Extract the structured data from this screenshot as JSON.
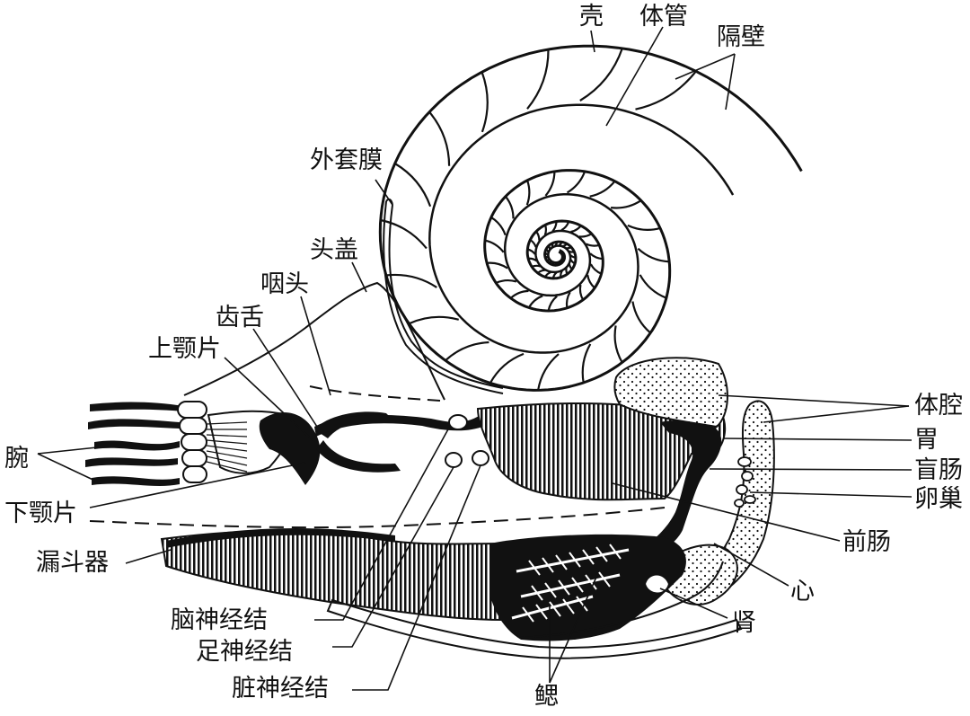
{
  "labels": {
    "shell": "壳",
    "siphuncle": "体管",
    "septum": "隔壁",
    "mantle": "外套膜",
    "hood": "头盖",
    "pharynx": "咽头",
    "radula": "齿舌",
    "upper_jaw": "上颚片",
    "arms": "腕",
    "lower_jaw": "下颚片",
    "funnel": "漏斗器",
    "cerebral_ganglion": "脑神经结",
    "pedal_ganglion": "足神经结",
    "visceral_ganglion": "脏神经结",
    "gill": "鳃",
    "coelom": "体腔",
    "stomach": "胃",
    "caecum": "盲肠",
    "ovary": "卵巢",
    "foregut": "前肠",
    "heart": "心",
    "kidney": "肾"
  },
  "colors": {
    "ink": "#111111",
    "background": "#ffffff"
  }
}
